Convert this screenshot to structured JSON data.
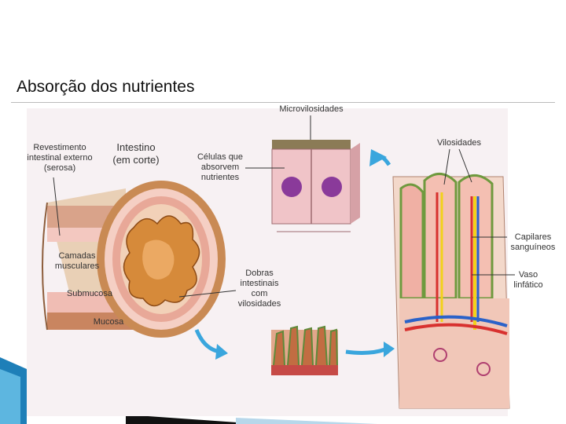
{
  "slide": {
    "title": "Absorção dos nutrientes"
  },
  "labels": {
    "microvilosidades": "Microvilosidades",
    "revestimento": "Revestimento\nintestinal externo\n(serosa)",
    "intestino": "Intestino\n(em corte)",
    "celulas": "Células que\nabsorvem\nnutrientes",
    "vilosidades": "Vilosidades",
    "capilares": "Capilares\nsanguíneos",
    "camadas": "Camadas\nmusculares",
    "dobras": "Dobras\nintestinais\ncom\nvilosidades",
    "vaso": "Vaso\nlinfático",
    "submucosa": "Submucosa",
    "mucosa": "Mucosa"
  },
  "colors": {
    "accent_blue": "#3aa6dd",
    "slide_decor": "#1e7fb8",
    "mucosa_orange": "#d68a3a",
    "tissue_pink": "#f0c4c8",
    "nucleus_purple": "#8a3a9a",
    "capillary_red": "#d8312f",
    "lymph_yellow": "#f2d21a",
    "vessel_blue": "#2a62c9"
  }
}
